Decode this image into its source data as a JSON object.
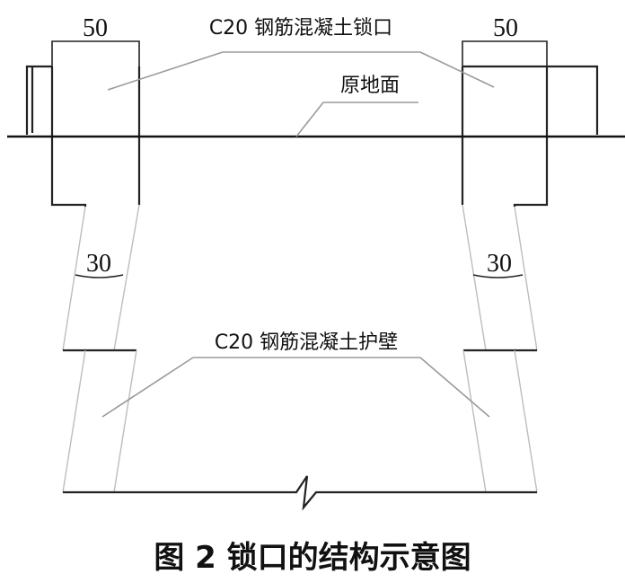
{
  "labels": {
    "lock_rim": "C20 钢筋混凝土锁口",
    "ground": "原地面",
    "retaining_wall": "C20 钢筋混凝土护壁"
  },
  "dimensions": {
    "left_top": "50",
    "right_top": "50",
    "left_mid": "30",
    "right_mid": "30"
  },
  "caption": "图 2  锁口的结构示意图",
  "colors": {
    "line": "#222222",
    "leader": "#9a9a9a",
    "background": "#ffffff"
  }
}
